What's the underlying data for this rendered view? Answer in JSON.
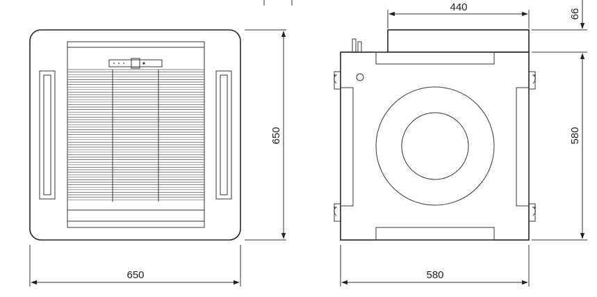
{
  "front_view": {
    "width_label": "650",
    "height_label": "650"
  },
  "top_view": {
    "top_width_label": "440",
    "top_height_label": "66",
    "body_width_label": "580",
    "body_height_label": "580"
  },
  "colors": {
    "line": "#333333",
    "background": "#ffffff"
  }
}
